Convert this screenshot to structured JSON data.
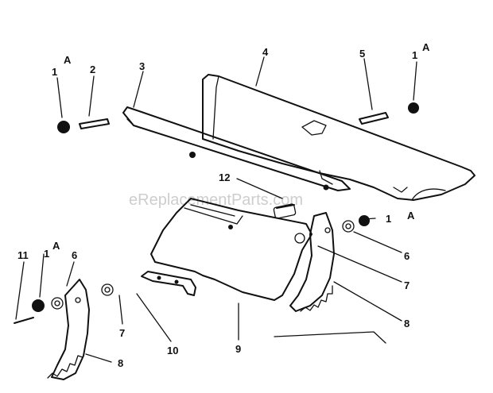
{
  "watermark": "eReplacementParts.com",
  "callouts": {
    "c1a_top_left": "1",
    "c1a_top_left_suffix": "A",
    "c2": "2",
    "c3": "3",
    "c4": "4",
    "c5": "5",
    "c1a_top_right": "1",
    "c1a_top_right_suffix": "A",
    "c12": "12",
    "c1a_right": "1",
    "c1a_right_suffix": "A",
    "c6_right": "6",
    "c7_right": "7",
    "c8_right": "8",
    "c9": "9",
    "c10": "10",
    "c11": "11",
    "c1a_bottom_left": "1",
    "c1a_bottom_left_suffix": "A",
    "c6_left": "6",
    "c7_left": "7",
    "c8_left": "8"
  }
}
